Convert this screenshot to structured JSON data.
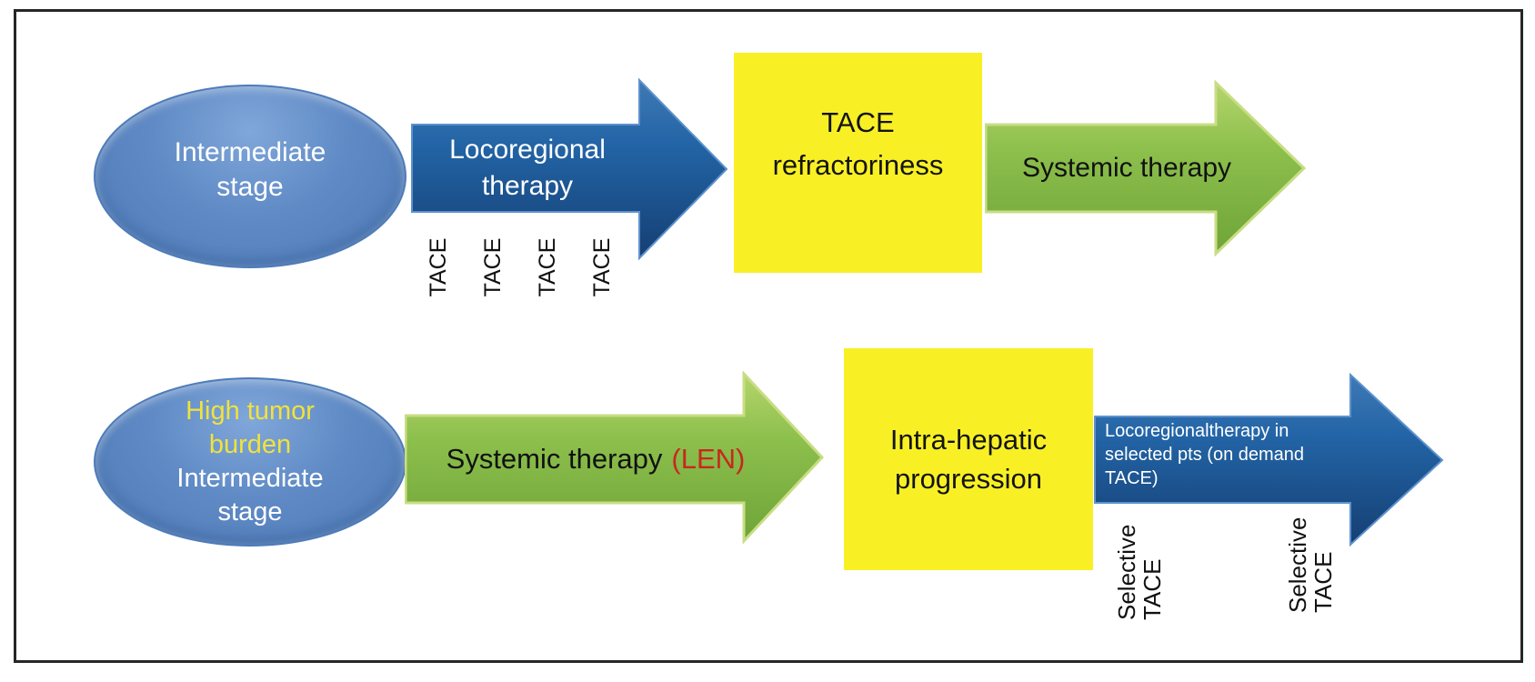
{
  "colors": {
    "ellipse_fill": "#5b86c2",
    "blue_arrow": "#2264a6",
    "green_arrow": "#8cbf4c",
    "yellow_box": "#f8f025",
    "ellipse_highlight_text": "#f0e23c",
    "len_red_text": "#c7281d",
    "frame_border": "#262626"
  },
  "top_row": {
    "ellipse": {
      "line1": "Intermediate",
      "line2": "stage"
    },
    "locoregional_arrow": {
      "line1": "Locoregional",
      "line2": "therapy"
    },
    "tace_labels": [
      "TACE",
      "TACE",
      "TACE",
      "TACE"
    ],
    "refractory_box": {
      "line1": "TACE",
      "line2": "refractoriness"
    },
    "systemic_arrow": {
      "label": "Systemic therapy"
    }
  },
  "bottom_row": {
    "ellipse": {
      "highlight1": "High tumor",
      "highlight2": "burden",
      "line1": "Intermediate",
      "line2": "stage"
    },
    "systemic_arrow": {
      "label": "Systemic therapy",
      "suffix": "(LEN)"
    },
    "progression_box": {
      "line1": "Intra-hepatic",
      "line2": "progression"
    },
    "locoregional_arrow": {
      "line1": "Locoregionaltherapy in",
      "line2": "selected pts (on demand",
      "line3": "TACE)"
    },
    "selective_labels": [
      {
        "line1": "Selective",
        "line2": "TACE"
      },
      {
        "line1": "Selective",
        "line2": "TACE"
      }
    ]
  }
}
